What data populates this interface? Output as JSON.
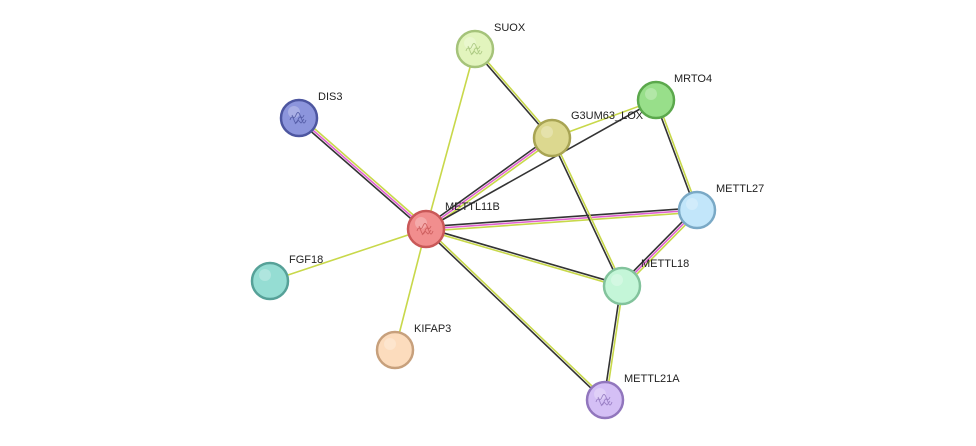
{
  "nodes": [
    {
      "id": "METTL11B",
      "label": "METTL11B",
      "fill": "#f18e8e",
      "stroke": "#c95858",
      "has_structure": true
    },
    {
      "id": "SUOX",
      "label": "SUOX",
      "fill": "#e2f4bd",
      "stroke": "#a5c37a",
      "has_structure": true
    },
    {
      "id": "G3UM63_LOX",
      "label": "G3UM63_LOX",
      "fill": "#dcd88f",
      "stroke": "#a8a453",
      "has_structure": false
    },
    {
      "id": "MRTO4",
      "label": "MRTO4",
      "fill": "#98df8a",
      "stroke": "#5ba84c",
      "has_structure": false
    },
    {
      "id": "DIS3",
      "label": "DIS3",
      "fill": "#8c95dc",
      "stroke": "#4d56a0",
      "has_structure": true
    },
    {
      "id": "METTL27",
      "label": "METTL27",
      "fill": "#c2e6fa",
      "stroke": "#7aa9c6",
      "has_structure": false
    },
    {
      "id": "METTL18",
      "label": "METTL18",
      "fill": "#c4f6d8",
      "stroke": "#82c39c",
      "has_structure": false
    },
    {
      "id": "FGF18",
      "label": "FGF18",
      "fill": "#95ddd3",
      "stroke": "#56a198",
      "has_structure": false
    },
    {
      "id": "KIFAP3",
      "label": "KIFAP3",
      "fill": "#fcdcbd",
      "stroke": "#c7a07c",
      "has_structure": false
    },
    {
      "id": "METTL21A",
      "label": "METTL21A",
      "fill": "#d4bff5",
      "stroke": "#9176bd",
      "has_structure": true
    }
  ],
  "edges": [
    {
      "source": "DIS3",
      "target": "METTL11B",
      "colors": [
        "#c8d84a",
        "#e05fd0",
        "#333333"
      ]
    },
    {
      "source": "SUOX",
      "target": "METTL11B",
      "colors": [
        "#c8d84a"
      ]
    },
    {
      "source": "SUOX",
      "target": "G3UM63_LOX",
      "colors": [
        "#c8d84a",
        "#333333"
      ]
    },
    {
      "source": "G3UM63_LOX",
      "target": "METTL11B",
      "colors": [
        "#c8d84a",
        "#e05fd0",
        "#333333"
      ]
    },
    {
      "source": "MRTO4",
      "target": "METTL11B",
      "colors": [
        "#333333"
      ]
    },
    {
      "source": "G3UM63_LOX",
      "target": "MRTO4",
      "colors": [
        "#c8d84a"
      ]
    },
    {
      "source": "METTL27",
      "target": "METTL11B",
      "colors": [
        "#c8d84a",
        "#e05fd0",
        "#333333"
      ]
    },
    {
      "source": "MRTO4",
      "target": "METTL27",
      "colors": [
        "#c8d84a",
        "#333333"
      ]
    },
    {
      "source": "METTL27",
      "target": "METTL18",
      "colors": [
        "#c8d84a",
        "#e05fd0",
        "#333333"
      ]
    },
    {
      "source": "G3UM63_LOX",
      "target": "METTL18",
      "colors": [
        "#c8d84a",
        "#333333"
      ]
    },
    {
      "source": "METTL18",
      "target": "METTL11B",
      "colors": [
        "#c8d84a",
        "#333333"
      ]
    },
    {
      "source": "METTL11B",
      "target": "FGF18",
      "colors": [
        "#c8d84a"
      ]
    },
    {
      "source": "METTL11B",
      "target": "KIFAP3",
      "colors": [
        "#c8d84a"
      ]
    },
    {
      "source": "METTL11B",
      "target": "METTL21A",
      "colors": [
        "#c8d84a",
        "#333333"
      ]
    },
    {
      "source": "METTL18",
      "target": "METTL21A",
      "colors": [
        "#c8d84a",
        "#333333"
      ]
    }
  ]
}
